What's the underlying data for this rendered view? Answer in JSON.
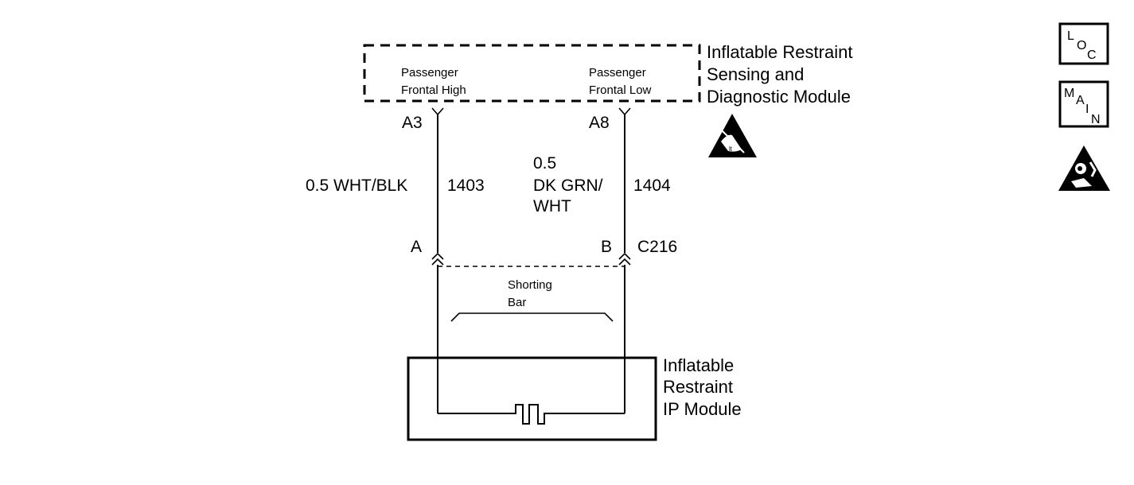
{
  "sdm": {
    "title_lines": [
      "Inflatable Restraint",
      "Sensing and",
      "Diagnostic Module"
    ],
    "pin_left": {
      "name_lines": [
        "Passenger",
        "Frontal High"
      ],
      "cavity": "A3"
    },
    "pin_right": {
      "name_lines": [
        "Passenger",
        "Frontal Low"
      ],
      "cavity": "A8"
    }
  },
  "wires": {
    "left": {
      "size_color": "0.5 WHT/BLK",
      "circuit": "1403"
    },
    "right": {
      "size_lines": [
        "0.5",
        "DK GRN/",
        "WHT"
      ],
      "circuit": "1404"
    }
  },
  "connector": {
    "pin_left": "A",
    "pin_right": "B",
    "name": "C216"
  },
  "shorting_bar": {
    "label_lines": [
      "Shorting",
      "Bar"
    ]
  },
  "ip_module": {
    "title_lines": [
      "Inflatable",
      "Restraint",
      "IP Module"
    ]
  },
  "icons": {
    "esd": "esd-warning-icon",
    "loc": {
      "letters": [
        "L",
        "O",
        "C"
      ]
    },
    "main": {
      "letters": [
        "M",
        "A",
        "I",
        "N"
      ]
    },
    "airbag": "airbag-warning-icon"
  }
}
